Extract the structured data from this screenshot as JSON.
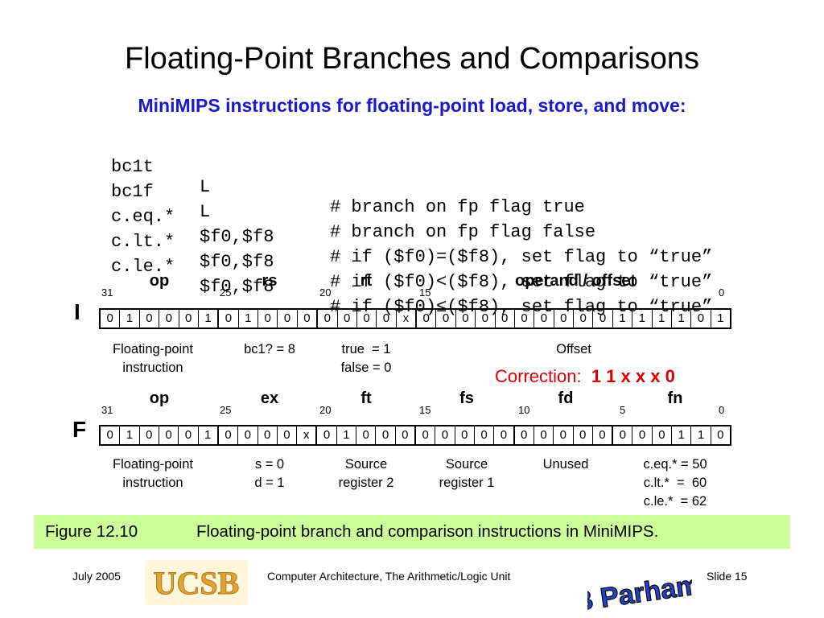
{
  "title": "Floating-Point Branches and Comparisons",
  "subtitle": "MiniMIPS instructions for floating-point load, store, and move:",
  "code": [
    {
      "op": "bc1t",
      "args": "L",
      "comment": "# branch on fp flag true"
    },
    {
      "op": "bc1f",
      "args": "L",
      "comment": "# branch on fp flag false"
    },
    {
      "op": "c.eq.*",
      "args": "$f0,$f8",
      "comment": "# if ($f0)=($f8), set flag to “true”"
    },
    {
      "op": "c.lt.*",
      "args": "$f0,$f8",
      "comment": "# if ($f0)<($f8), set flag to “true”"
    },
    {
      "op": "c.le.*",
      "args": "$f0,$f8",
      "comment": "# if ($f0)≤($f8), set flag to “true”"
    }
  ],
  "i_format": {
    "row_label": "I",
    "fields": [
      "op",
      "rs",
      "rt",
      "operand / offset"
    ],
    "bit_numbers": [
      "31",
      "25",
      "20",
      "15",
      "0"
    ],
    "bits": [
      "0",
      "1",
      "0",
      "0",
      "0",
      "1",
      "0",
      "1",
      "0",
      "0",
      "0",
      "0",
      "0",
      "0",
      "0",
      "x",
      "0",
      "0",
      "0",
      "0",
      "0",
      "0",
      "0",
      "0",
      "0",
      "0",
      "1",
      "1",
      "1",
      "1",
      "0",
      "1"
    ],
    "descriptions": {
      "op": [
        "Floating-point",
        "instruction"
      ],
      "rs": [
        "bc1? = 8"
      ],
      "rt": [
        "true  = 1",
        "false = 0"
      ],
      "offset": [
        "Offset"
      ]
    }
  },
  "correction": {
    "label": "Correction:",
    "value": "1 1 x x x 0"
  },
  "f_format": {
    "row_label": "F",
    "fields": [
      "op",
      "ex",
      "ft",
      "fs",
      "fd",
      "fn"
    ],
    "bit_numbers": [
      "31",
      "25",
      "20",
      "15",
      "10",
      "5",
      "0"
    ],
    "bits": [
      "0",
      "1",
      "0",
      "0",
      "0",
      "1",
      "0",
      "0",
      "0",
      "0",
      "x",
      "0",
      "1",
      "0",
      "0",
      "0",
      "0",
      "0",
      "0",
      "0",
      "0",
      "0",
      "0",
      "0",
      "0",
      "0",
      "0",
      "0",
      "0",
      "1",
      "1",
      "0"
    ],
    "descriptions": {
      "op": [
        "Floating-point",
        "instruction"
      ],
      "ex": [
        "s = 0",
        "d = 1"
      ],
      "ft": [
        "Source",
        "register 2"
      ],
      "fs": [
        "Source",
        "register 1"
      ],
      "fd": [
        "Unused"
      ],
      "fn": [
        "c.eq.* = 50",
        "c.lt.*  =  60",
        "c.le.*  = 62"
      ]
    }
  },
  "caption": {
    "number": "Figure 12.10",
    "text": "Floating-point branch and comparison instructions in MiniMIPS."
  },
  "footer": {
    "date": "July 2005",
    "course": "Computer Architecture, The Arithmetic/Logic Unit",
    "slide": "Slide 15",
    "logo_ucsb": "UCSB",
    "logo_author": "B Parhami"
  },
  "colors": {
    "subtitle": "#1a1acc",
    "correction": "#dd0000",
    "caption_bg": "#ccff99",
    "ucsb_gold": "#e0a530"
  }
}
